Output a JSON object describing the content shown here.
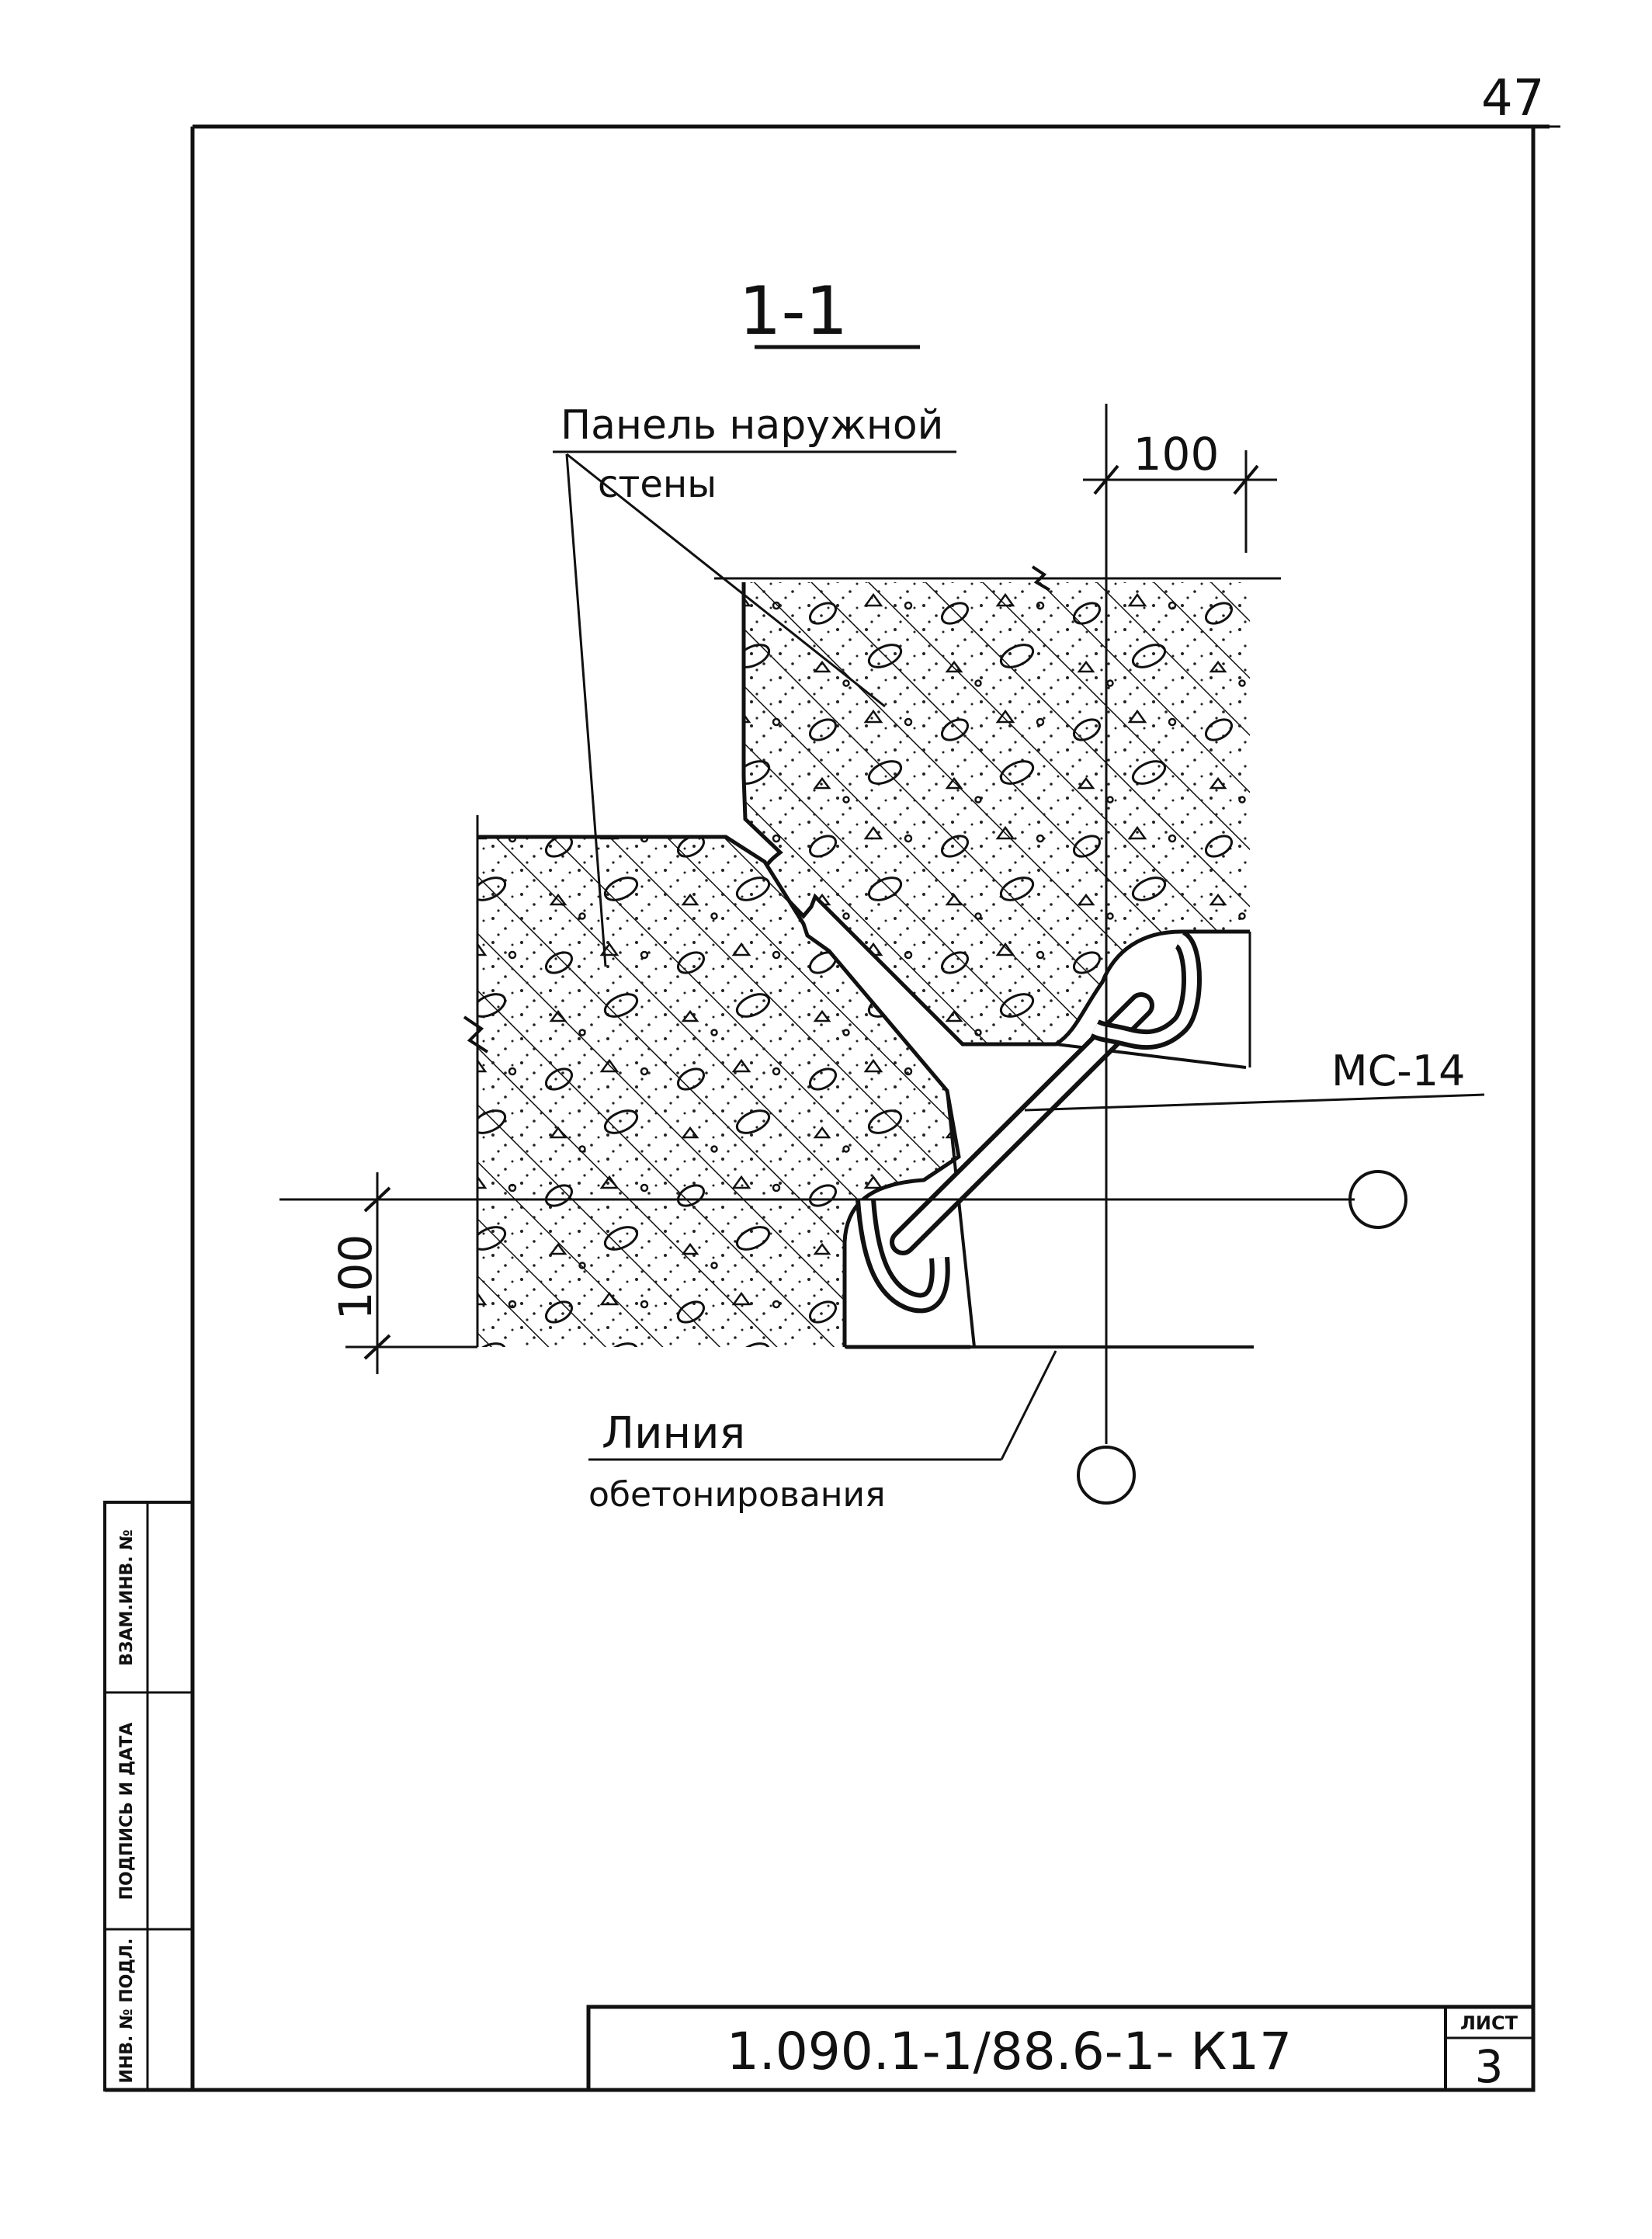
{
  "page_number": "47",
  "section": {
    "label": "1-1"
  },
  "callouts": {
    "panel_line1": "Панель наружной",
    "panel_line2": "стены",
    "connector": "МС-14",
    "concrete_line1": "Линия",
    "concrete_line2": "обетонирования"
  },
  "dimensions": {
    "top": "100",
    "left": "100"
  },
  "side_stamp": {
    "inv_replace": "ВЗАМ.ИНВ. №",
    "sign_date": "ПОДПИСЬ И ДАТА",
    "inv_orig": "ИНВ. № ПОДЛ."
  },
  "title_block": {
    "code": "1.090.1-1/88.6-1- К17",
    "sheet_label": "ЛИСТ",
    "sheet_number": "3"
  }
}
